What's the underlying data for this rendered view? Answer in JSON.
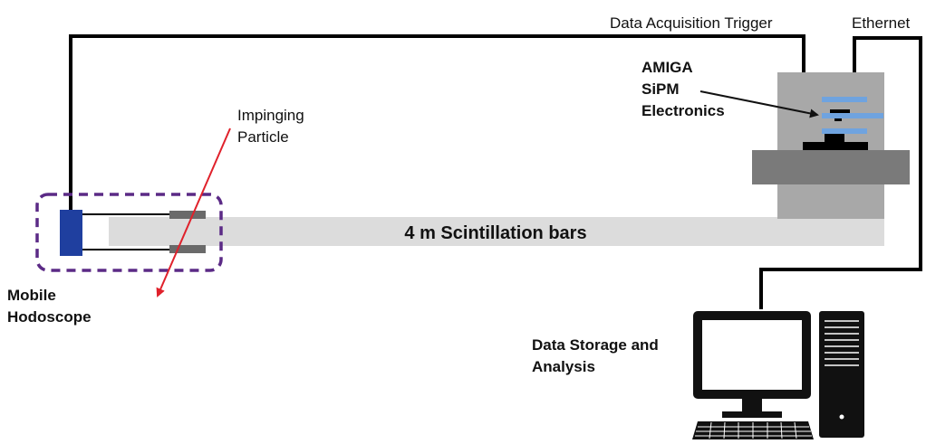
{
  "labels": {
    "trigger": "Data Acquisition Trigger",
    "ethernet": "Ethernet",
    "amiga_line1": "AMIGA",
    "amiga_line2": "SiPM",
    "amiga_line3": "Electronics",
    "impinging_line1": "Impinging",
    "impinging_line2": "Particle",
    "bars": "4 m Scintillation bars",
    "hodoscope_line1": "Mobile",
    "hodoscope_line2": "Hodoscope",
    "storage_line1": "Data Storage and",
    "storage_line2": "Analysis"
  },
  "colors": {
    "cable": "#000000",
    "hodoscope_block": "#1f3f9f",
    "hodoscope_outline": "#5b2a86",
    "particle_arrow": "#e0212b",
    "bar": "#dcdcdc",
    "electronics_box": "#a8a8a8",
    "electronics_shelf": "#7a7a7a",
    "sipm_board": "#6fa3df"
  }
}
